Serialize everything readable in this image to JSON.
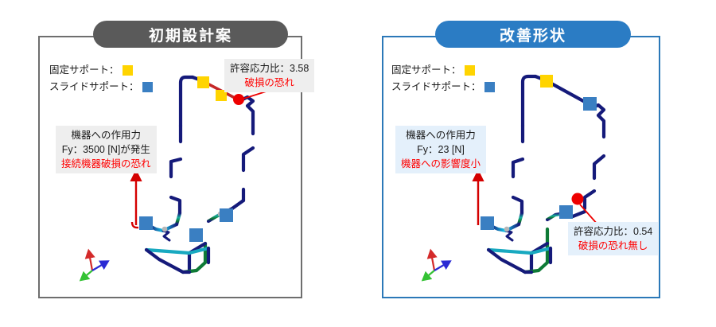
{
  "panels": [
    {
      "id": "initial-design",
      "title": "初期設計案",
      "title_color": "#5a5a5a",
      "border_color": "#6e6e6e",
      "legend": [
        {
          "label": "固定サポート：",
          "swatch": "fixed-support-swatch",
          "color": "#ffd400"
        },
        {
          "label": "スライドサポート：",
          "swatch": "slide-support-swatch",
          "color": "#3a7fc2"
        }
      ],
      "stress_callout": {
        "line1": "許容応力比：3.58",
        "line2": "破損の恐れ",
        "box_color": "#eeeeee",
        "warn_color": "#ff0000"
      },
      "force_callout": {
        "line1": "機器への作用力",
        "line2": "Fy：3500 [N]が発生",
        "line3": "接続機器破損の恐れ",
        "box_color": "#eeeeee",
        "warn_color": "#ff0000"
      }
    },
    {
      "id": "improved-shape",
      "title": "改善形状",
      "title_color": "#2b7cc4",
      "border_color": "#2b78b8",
      "legend": [
        {
          "label": "固定サポート：",
          "swatch": "fixed-support-swatch",
          "color": "#ffd400"
        },
        {
          "label": "スライドサポート：",
          "swatch": "slide-support-swatch",
          "color": "#3a7fc2"
        }
      ],
      "stress_callout": {
        "line1": "許容応力比：0.54",
        "line2": "破損の恐れ無し",
        "box_color": "#e4f0fb",
        "warn_color": "#ff0000"
      },
      "force_callout": {
        "line1": "機器への作用力",
        "line2": "Fy：23 [N]",
        "line3": "機器への影響度小",
        "box_color": "#e4f0fb",
        "warn_color": "#ff0000"
      }
    }
  ],
  "colors": {
    "pipe_navy": "#151a7a",
    "pipe_cyan": "#15c8e8",
    "pipe_green": "#0e7a36",
    "hotspot_red": "#ee0000",
    "arrow_red": "#d40000",
    "fixed_support": "#ffd400",
    "slide_support": "#3a7fc2",
    "axis_x_red": "#d42a2a",
    "axis_y_green": "#34c234",
    "axis_z_blue": "#2a2ad4"
  },
  "axis_triad": {
    "name": "coordinate-axis-triad"
  }
}
